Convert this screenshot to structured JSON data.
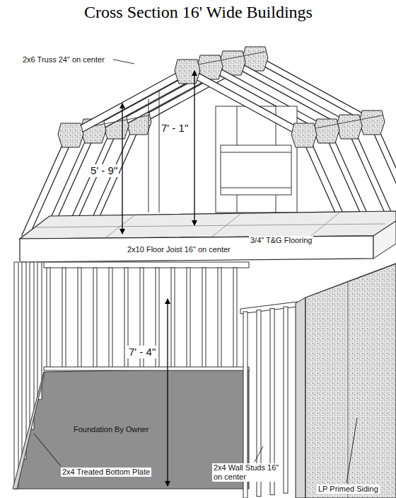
{
  "diagram": {
    "title": "Cross Section 16' Wide Buildings",
    "labels": [
      "2x6 Truss 24\" on center",
      "5' - 9\"",
      "7' - 1\"",
      "3/4\" T&G Flooring",
      "2x10 Floor Joist 16\" on center",
      "7' - 4\"",
      "Foundation By Owner",
      "2x4 Treated Bottom Plate",
      "2x4 Wall Studs 16\" on center",
      "LP Primed Siding"
    ]
  }
}
